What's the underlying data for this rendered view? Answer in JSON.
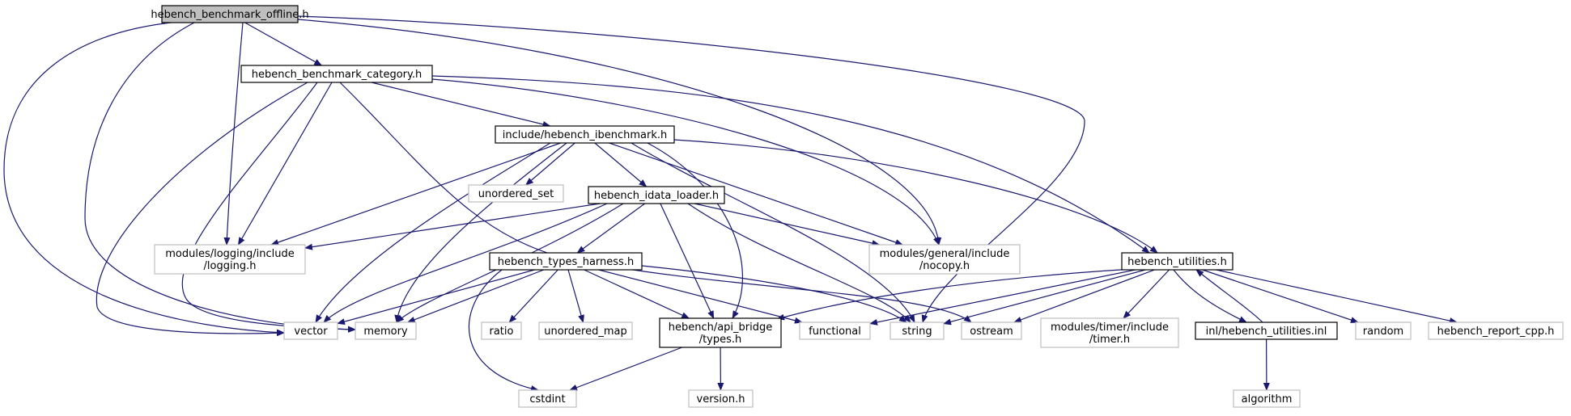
{
  "colors": {
    "edge": "#191970",
    "focus_fill": "#bfbfbf",
    "focus_border": "#000000",
    "documented_border": "#000000",
    "external_border": "#bfbfbf",
    "external_text": "#404040"
  },
  "nodes": [
    {
      "id": "offline",
      "lines": [
        "hebench_benchmark_offline.h"
      ],
      "style": "focus"
    },
    {
      "id": "category",
      "lines": [
        "hebench_benchmark_category.h"
      ],
      "style": "documented"
    },
    {
      "id": "ibenchmark",
      "lines": [
        "include/hebench_ibenchmark.h"
      ],
      "style": "documented"
    },
    {
      "id": "unordered_set",
      "lines": [
        "unordered_set"
      ],
      "style": "external"
    },
    {
      "id": "idata_loader",
      "lines": [
        "hebench_idata_loader.h"
      ],
      "style": "documented"
    },
    {
      "id": "logging",
      "lines": [
        "modules/logging/include",
        "/logging.h"
      ],
      "style": "external"
    },
    {
      "id": "nocopy",
      "lines": [
        "modules/general/include",
        "/nocopy.h"
      ],
      "style": "external"
    },
    {
      "id": "types_harness",
      "lines": [
        "hebench_types_harness.h"
      ],
      "style": "documented"
    },
    {
      "id": "utilities",
      "lines": [
        "hebench_utilities.h"
      ],
      "style": "documented"
    },
    {
      "id": "vector",
      "lines": [
        "vector"
      ],
      "style": "external"
    },
    {
      "id": "memory",
      "lines": [
        "memory"
      ],
      "style": "external"
    },
    {
      "id": "ratio",
      "lines": [
        "ratio"
      ],
      "style": "external"
    },
    {
      "id": "unordered_map",
      "lines": [
        "unordered_map"
      ],
      "style": "external"
    },
    {
      "id": "api_types",
      "lines": [
        "hebench/api_bridge",
        "/types.h"
      ],
      "style": "documented"
    },
    {
      "id": "functional",
      "lines": [
        "functional"
      ],
      "style": "external"
    },
    {
      "id": "string",
      "lines": [
        "string"
      ],
      "style": "external"
    },
    {
      "id": "ostream",
      "lines": [
        "ostream"
      ],
      "style": "external"
    },
    {
      "id": "timer",
      "lines": [
        "modules/timer/include",
        "/timer.h"
      ],
      "style": "external"
    },
    {
      "id": "utilities_inl",
      "lines": [
        "inl/hebench_utilities.inl"
      ],
      "style": "documented"
    },
    {
      "id": "random",
      "lines": [
        "random"
      ],
      "style": "external"
    },
    {
      "id": "report_cpp",
      "lines": [
        "hebench_report_cpp.h"
      ],
      "style": "external"
    },
    {
      "id": "cstdint",
      "lines": [
        "cstdint"
      ],
      "style": "external"
    },
    {
      "id": "version",
      "lines": [
        "version.h"
      ],
      "style": "external"
    },
    {
      "id": "algorithm",
      "lines": [
        "algorithm"
      ],
      "style": "external"
    }
  ],
  "edges": [
    [
      "offline",
      "category"
    ],
    [
      "offline",
      "logging"
    ],
    [
      "offline",
      "vector"
    ],
    [
      "offline",
      "memory"
    ],
    [
      "offline",
      "nocopy"
    ],
    [
      "offline",
      "string"
    ],
    [
      "category",
      "ibenchmark"
    ],
    [
      "category",
      "logging"
    ],
    [
      "category",
      "vector"
    ],
    [
      "category",
      "memory"
    ],
    [
      "category",
      "nocopy"
    ],
    [
      "category",
      "ostream"
    ],
    [
      "category",
      "utilities"
    ],
    [
      "ibenchmark",
      "unordered_set"
    ],
    [
      "ibenchmark",
      "idata_loader"
    ],
    [
      "ibenchmark",
      "logging"
    ],
    [
      "ibenchmark",
      "nocopy"
    ],
    [
      "ibenchmark",
      "api_types"
    ],
    [
      "ibenchmark",
      "vector"
    ],
    [
      "ibenchmark",
      "memory"
    ],
    [
      "ibenchmark",
      "string"
    ],
    [
      "ibenchmark",
      "utilities"
    ],
    [
      "idata_loader",
      "logging"
    ],
    [
      "idata_loader",
      "nocopy"
    ],
    [
      "idata_loader",
      "types_harness"
    ],
    [
      "idata_loader",
      "api_types"
    ],
    [
      "idata_loader",
      "vector"
    ],
    [
      "idata_loader",
      "memory"
    ],
    [
      "idata_loader",
      "string"
    ],
    [
      "types_harness",
      "vector"
    ],
    [
      "types_harness",
      "memory"
    ],
    [
      "types_harness",
      "ratio"
    ],
    [
      "types_harness",
      "unordered_map"
    ],
    [
      "types_harness",
      "api_types"
    ],
    [
      "types_harness",
      "functional"
    ],
    [
      "types_harness",
      "string"
    ],
    [
      "types_harness",
      "cstdint"
    ],
    [
      "utilities",
      "api_types"
    ],
    [
      "utilities",
      "functional"
    ],
    [
      "utilities",
      "string"
    ],
    [
      "utilities",
      "ostream"
    ],
    [
      "utilities",
      "timer"
    ],
    [
      "utilities",
      "utilities_inl"
    ],
    [
      "utilities",
      "random"
    ],
    [
      "utilities",
      "report_cpp"
    ],
    [
      "utilities_inl",
      "utilities"
    ],
    [
      "utilities_inl",
      "algorithm"
    ],
    [
      "api_types",
      "cstdint"
    ],
    [
      "api_types",
      "version"
    ]
  ]
}
